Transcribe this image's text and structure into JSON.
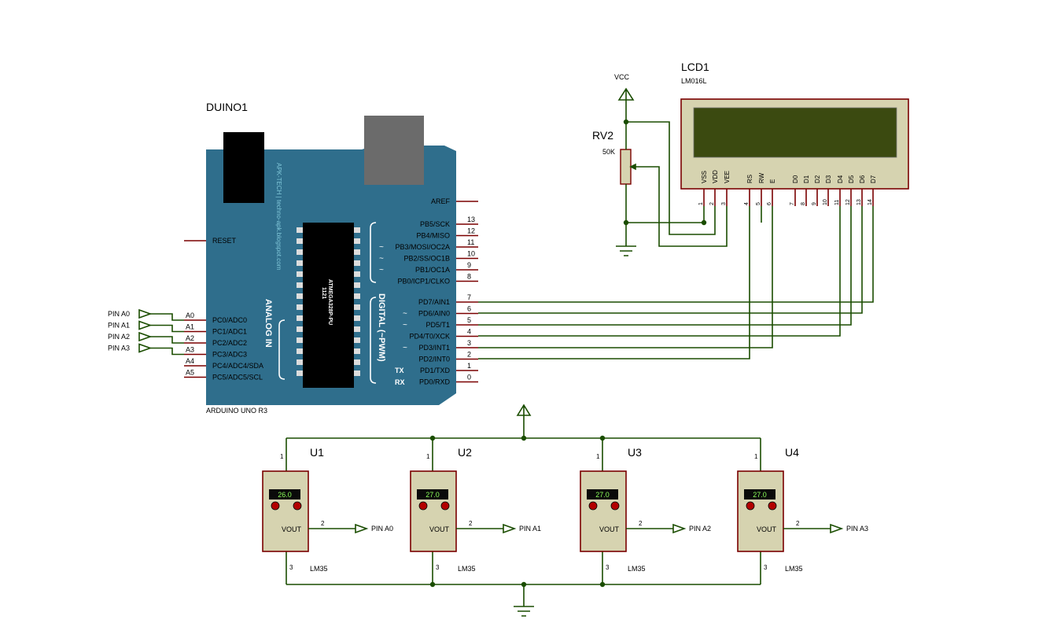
{
  "arduino": {
    "ref": "DUINO1",
    "model": "ARDUINO UNO R3",
    "chip": "ATMEGA328P-PU",
    "chip_num": "1121",
    "watermark": "APK-TECH | techno-apk.blogspot.com",
    "analog_label": "ANALOG IN",
    "digital_label": "DIGITAL (~PWM)",
    "reset": "RESET",
    "aref": "AREF",
    "tx": "TX",
    "rx": "RX",
    "tilde": "~",
    "analog_pins": [
      {
        "num": "A0",
        "name": "PC0/ADC0"
      },
      {
        "num": "A1",
        "name": "PC1/ADC1"
      },
      {
        "num": "A2",
        "name": "PC2/ADC2"
      },
      {
        "num": "A3",
        "name": "PC3/ADC3"
      },
      {
        "num": "A4",
        "name": "PC4/ADC4/SDA"
      },
      {
        "num": "A5",
        "name": "PC5/ADC5/SCL"
      }
    ],
    "digital_pins_top": [
      {
        "num": "13",
        "name": "PB5/SCK"
      },
      {
        "num": "12",
        "name": "PB4/MISO"
      },
      {
        "num": "11",
        "name": "PB3/MOSI/OC2A"
      },
      {
        "num": "10",
        "name": "PB2/SS/OC1B"
      },
      {
        "num": "9",
        "name": "PB1/OC1A"
      },
      {
        "num": "8",
        "name": "PB0/ICP1/CLKO"
      }
    ],
    "digital_pins_bottom": [
      {
        "num": "7",
        "name": "PD7/AIN1"
      },
      {
        "num": "6",
        "name": "PD6/AIN0"
      },
      {
        "num": "5",
        "name": "PD5/T1"
      },
      {
        "num": "4",
        "name": "PD4/T0/XCK"
      },
      {
        "num": "3",
        "name": "PD3/INT1"
      },
      {
        "num": "2",
        "name": "PD2/INT0"
      },
      {
        "num": "1",
        "name": "PD1/TXD"
      },
      {
        "num": "0",
        "name": "PD0/RXD"
      }
    ],
    "pin_inputs": [
      "PIN A0",
      "PIN A1",
      "PIN A2",
      "PIN A3"
    ]
  },
  "lcd": {
    "ref": "LCD1",
    "model": "LM016L",
    "pins": [
      {
        "name": "VSS",
        "num": "1"
      },
      {
        "name": "VDD",
        "num": "2"
      },
      {
        "name": "VEE",
        "num": "3"
      },
      {
        "name": "RS",
        "num": "4"
      },
      {
        "name": "RW",
        "num": "5"
      },
      {
        "name": "E",
        "num": "6"
      },
      {
        "name": "D0",
        "num": "7"
      },
      {
        "name": "D1",
        "num": "8"
      },
      {
        "name": "D2",
        "num": "9"
      },
      {
        "name": "D3",
        "num": "10"
      },
      {
        "name": "D4",
        "num": "11"
      },
      {
        "name": "D5",
        "num": "12"
      },
      {
        "name": "D6",
        "num": "13"
      },
      {
        "name": "D7",
        "num": "14"
      }
    ],
    "screen_color": "#3b4a10"
  },
  "pot": {
    "ref": "RV2",
    "value": "50K",
    "supply": "VCC"
  },
  "sensors": [
    {
      "ref": "U1",
      "temp": "26.0",
      "model": "LM35",
      "out_label": "VOUT",
      "out_pin": "PIN A0",
      "pin1": "1",
      "pin2": "2",
      "pin3": "3"
    },
    {
      "ref": "U2",
      "temp": "27.0",
      "model": "LM35",
      "out_label": "VOUT",
      "out_pin": "PIN A1",
      "pin1": "1",
      "pin2": "2",
      "pin3": "3"
    },
    {
      "ref": "U3",
      "temp": "27.0",
      "model": "LM35",
      "out_label": "VOUT",
      "out_pin": "PIN A2",
      "pin1": "1",
      "pin2": "2",
      "pin3": "3"
    },
    {
      "ref": "U4",
      "temp": "27.0",
      "model": "LM35",
      "out_label": "VOUT",
      "out_pin": "PIN A3",
      "pin1": "1",
      "pin2": "2",
      "pin3": "3"
    }
  ],
  "colors": {
    "board": "#2f6e8c",
    "wire": "#1a4d00",
    "pin": "#7a0000",
    "sensor_body": "#d6d3b0",
    "lcd_frame": "#d6d3b0"
  }
}
